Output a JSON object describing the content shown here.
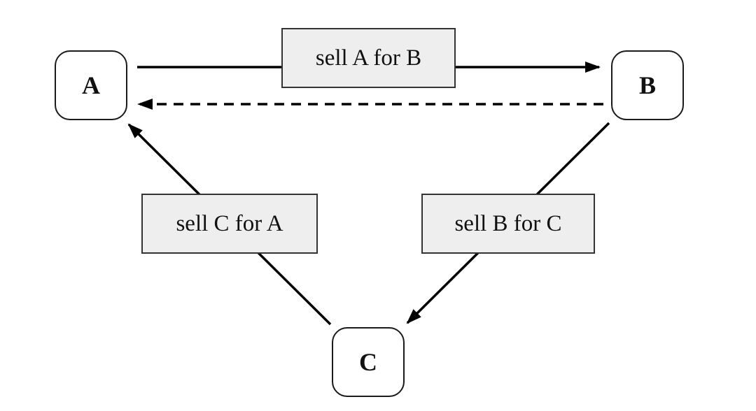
{
  "nodes": {
    "a": {
      "label": "A"
    },
    "b": {
      "label": "B"
    },
    "c": {
      "label": "C"
    }
  },
  "edges": {
    "a_to_b": {
      "label": "sell A for B",
      "style": "solid"
    },
    "b_to_a": {
      "label": "",
      "style": "dashed"
    },
    "b_to_c": {
      "label": "sell B for C",
      "style": "solid"
    },
    "c_to_a": {
      "label": "sell C for A",
      "style": "solid"
    }
  },
  "colors": {
    "stroke": "#000000",
    "label_fill": "#eeeeee",
    "node_fill": "#ffffff"
  }
}
